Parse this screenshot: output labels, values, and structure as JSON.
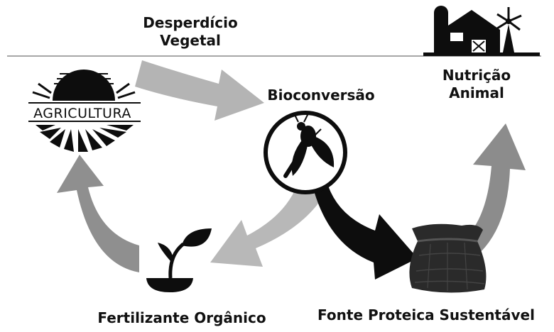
{
  "labels": {
    "plant_waste": [
      "Desperdício",
      "Vegetal"
    ],
    "bioconversion": "Bioconversão",
    "animal_nutrition": [
      "Nutrição",
      "Animal"
    ],
    "organic_fertilizer": "Fertilizante Orgânico",
    "sustainable_protein": "Fonte Proteica Sustentável",
    "agriculture_logo_text": "AGRICULTURA"
  },
  "colors": {
    "black": "#0d0d0d",
    "arrow_gray_light": "#b4b4b4",
    "arrow_gray_mid": "#959595",
    "arrow_gray_dark": "#7a7a7a",
    "divider": "#8a8a8a"
  },
  "icons": {
    "agriculture": "agriculture-logo-icon",
    "fly": "fly-icon",
    "farm": "farm-barn-icon",
    "sprout": "sprout-icon",
    "sack": "sack-icon"
  }
}
